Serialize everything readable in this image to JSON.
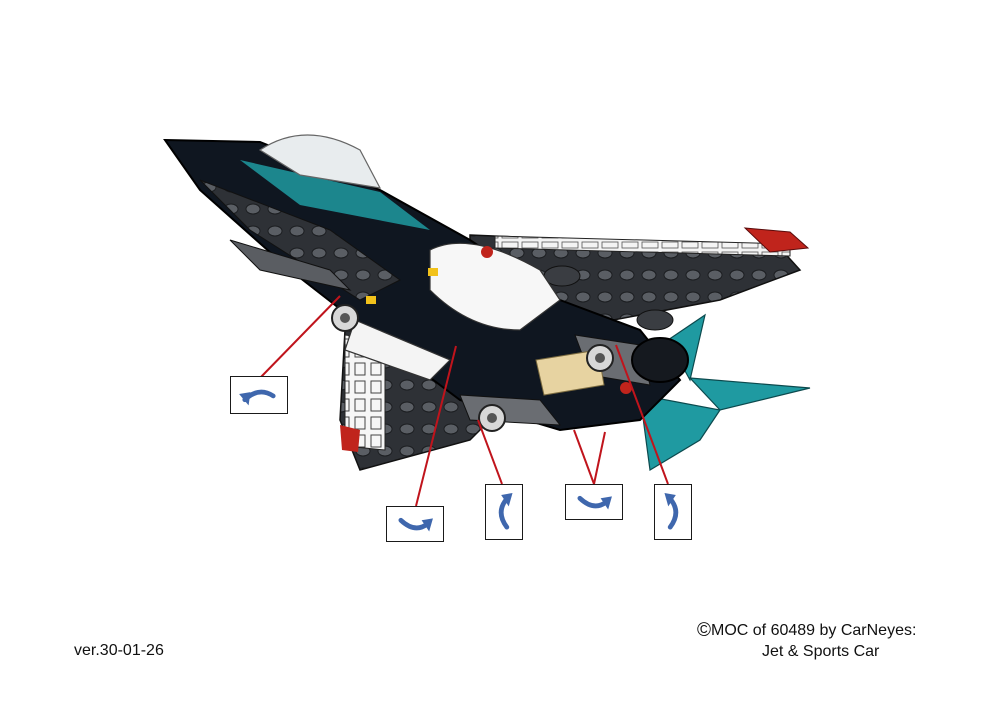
{
  "footer": {
    "version": "ver.30-01-26",
    "copyright_symbol": "©",
    "credit_line1": "MOC of 60489 by CarNeyes:",
    "credit_line2": "Jet & Sports Car"
  },
  "colors": {
    "arrow_blue": "#3f67ad",
    "pointer_red": "#c0141c",
    "jet_black": "#0f1620",
    "jet_teal": "#1f9aa1",
    "stud_grey": "#3a3d42",
    "tan": "#e7d3a1",
    "red_light": "#c0241c"
  },
  "callouts": [
    {
      "icon": "rotate-arrow-icon"
    },
    {
      "icon": "rotate-arrow-icon"
    },
    {
      "icon": "rotate-arrow-icon"
    },
    {
      "icon": "rotate-arrow-icon"
    },
    {
      "icon": "rotate-arrow-icon"
    }
  ]
}
